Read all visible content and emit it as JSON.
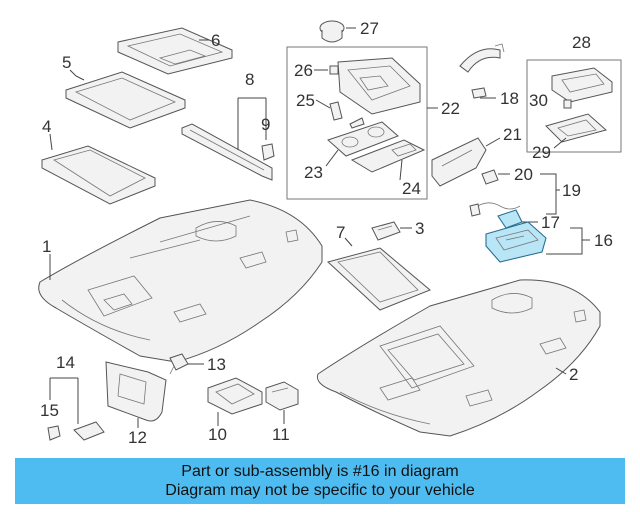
{
  "diagram": {
    "callouts": {
      "p1": "1",
      "p2": "2",
      "p3": "3",
      "p4": "4",
      "p5": "5",
      "p6": "6",
      "p7": "7",
      "p8": "8",
      "p9": "9",
      "p10": "10",
      "p11": "11",
      "p12": "12",
      "p13": "13",
      "p14": "14",
      "p15": "15",
      "p16": "16",
      "p17": "17",
      "p18": "18",
      "p19": "19",
      "p20": "20",
      "p21": "21",
      "p22": "22",
      "p23": "23",
      "p24": "24",
      "p25": "25",
      "p26": "26",
      "p27": "27",
      "p28": "28",
      "p29": "29",
      "p30": "30"
    },
    "highlighted_part": "16",
    "highlight_color": "#b9e6f7"
  },
  "banner": {
    "line1": "Part or sub-assembly is #16 in diagram",
    "line2": "Diagram may not be specific to your vehicle",
    "background_color": "#4ebcf0"
  }
}
